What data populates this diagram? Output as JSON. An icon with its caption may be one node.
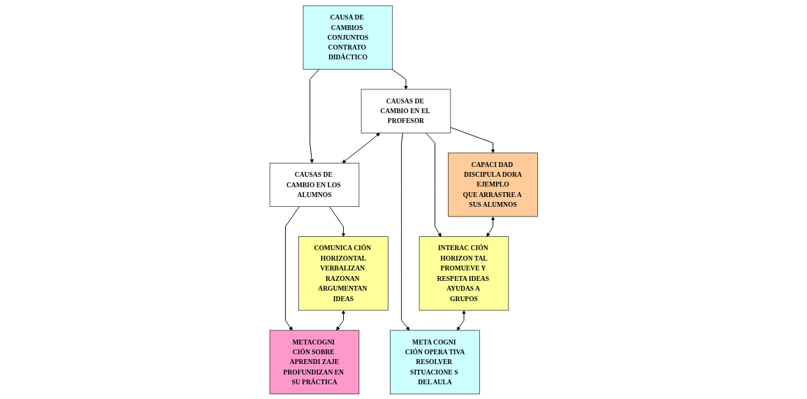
{
  "diagram": {
    "nodes": [
      {
        "text": [
          "CAUSA DE CAMBIOS CONJUNTOS",
          "CONTRATO DIDÁCTICO"
        ]
      },
      {
        "text": [
          "CAUSAS DE CAMBIO EN EL PROFESOR"
        ]
      },
      {
        "text": [
          "CAUSAS DE CAMBIO EN LOS ALUMNOS"
        ]
      },
      {
        "text": [
          "CAPACI DAD DISCIPULA DORA",
          "EJEMPLO",
          "QUE ARRASTRE A SUS ALUMNOS"
        ]
      },
      {
        "text": [
          "INTERAC CIÓN HORIZON TAL",
          "PROMUEVE Y RESPETA IDEAS AYUDAS A GRUPOS"
        ]
      },
      {
        "text": [
          "META COGNI CIÓN OPERA TIVA",
          "RESOLVER SITUACIONE S DEL AULA"
        ]
      },
      {
        "text": [
          "COMUNICA CIÓN HORIZONTAL",
          "VERBALIZAN RAZONAN ARGUMENTAN IDEAS"
        ]
      },
      {
        "text": [
          "METACOGNI CIÓN SOBRE APRENDI ZAJE",
          "PROFUNDIZAN EN SU PRÁCTICA"
        ]
      }
    ],
    "edges": [
      {
        "from": 0,
        "to": 1,
        "arrow": "to"
      },
      {
        "from": 0,
        "to": 2,
        "arrow": "to"
      },
      {
        "from": 1,
        "to": 2,
        "arrow": "both"
      },
      {
        "from": 1,
        "to": 3,
        "arrow": "to"
      },
      {
        "from": 1,
        "to": 4,
        "arrow": "to"
      },
      {
        "from": 1,
        "to": 5,
        "arrow": "to"
      },
      {
        "from": 2,
        "to": 6,
        "arrow": "to"
      },
      {
        "from": 2,
        "to": 7,
        "arrow": "to"
      },
      {
        "from": 3,
        "to": 4,
        "arrow": "both"
      },
      {
        "from": 4,
        "to": 5,
        "arrow": "both"
      },
      {
        "from": 6,
        "to": 7,
        "arrow": "both"
      }
    ]
  }
}
